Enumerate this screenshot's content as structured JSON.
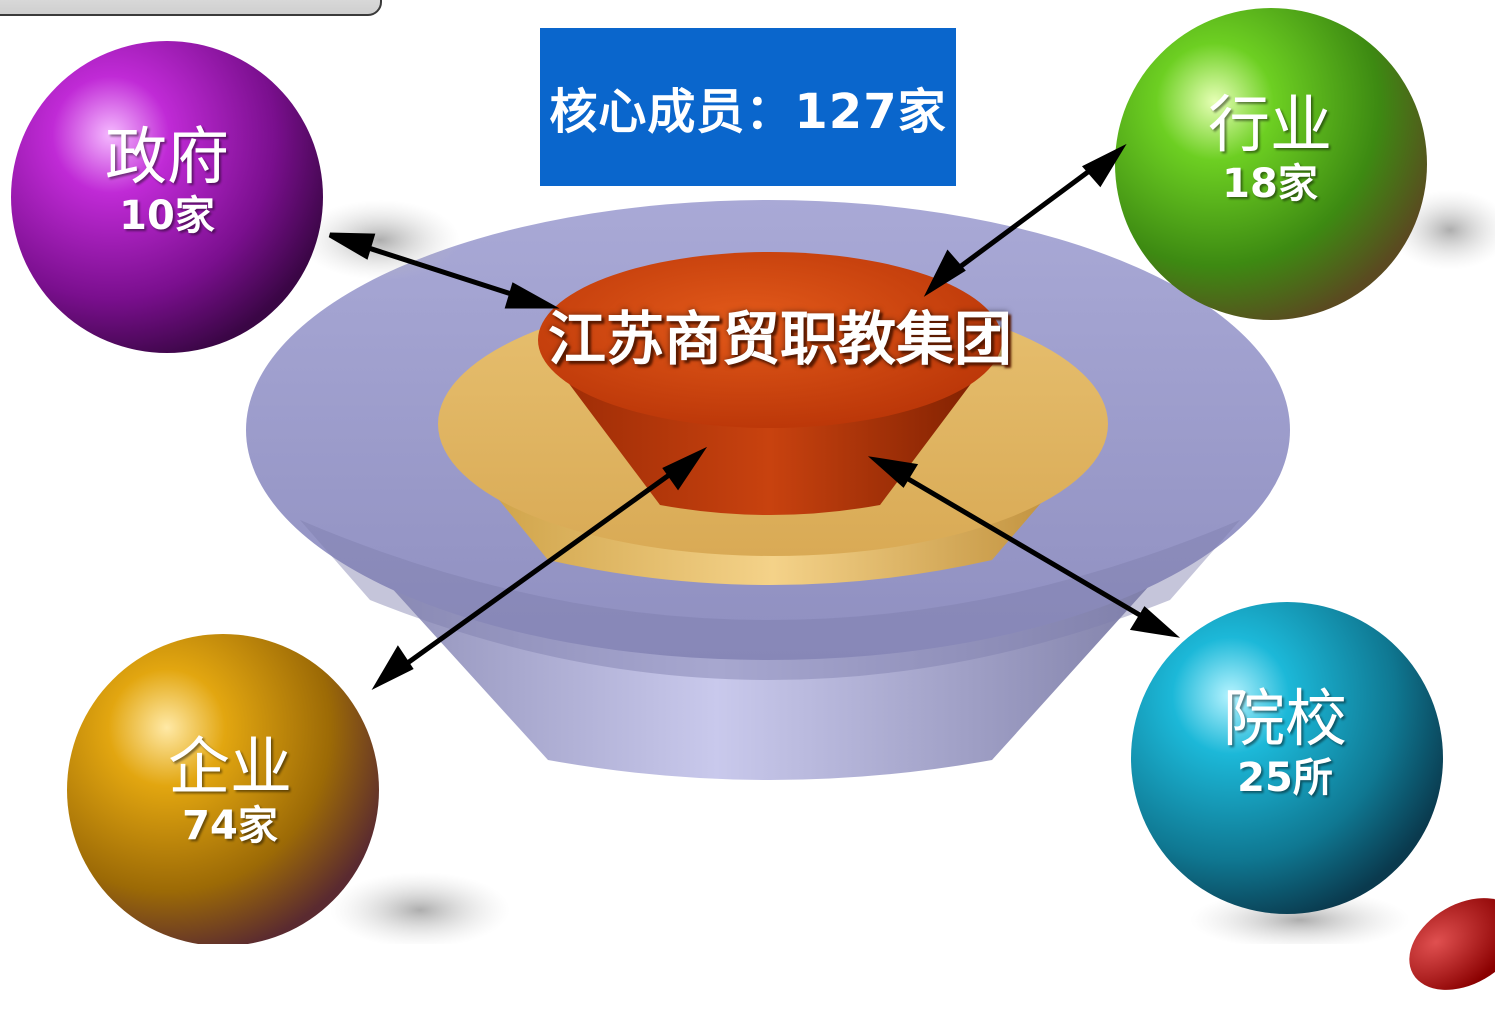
{
  "banner": {
    "text": "核心成员：127家",
    "color": "#0a66cc"
  },
  "center": {
    "title": "江苏商贸职教集团"
  },
  "nodes": [
    {
      "id": "government",
      "name": "政府",
      "count": "10家",
      "color": "#9a1fb0"
    },
    {
      "id": "industry",
      "name": "行业",
      "count": "18家",
      "color": "#55b020"
    },
    {
      "id": "enterprise",
      "name": "企业",
      "count": "74家",
      "color": "#d49a10"
    },
    {
      "id": "school",
      "name": "院校",
      "count": "25所",
      "color": "#1aa0c0"
    }
  ]
}
